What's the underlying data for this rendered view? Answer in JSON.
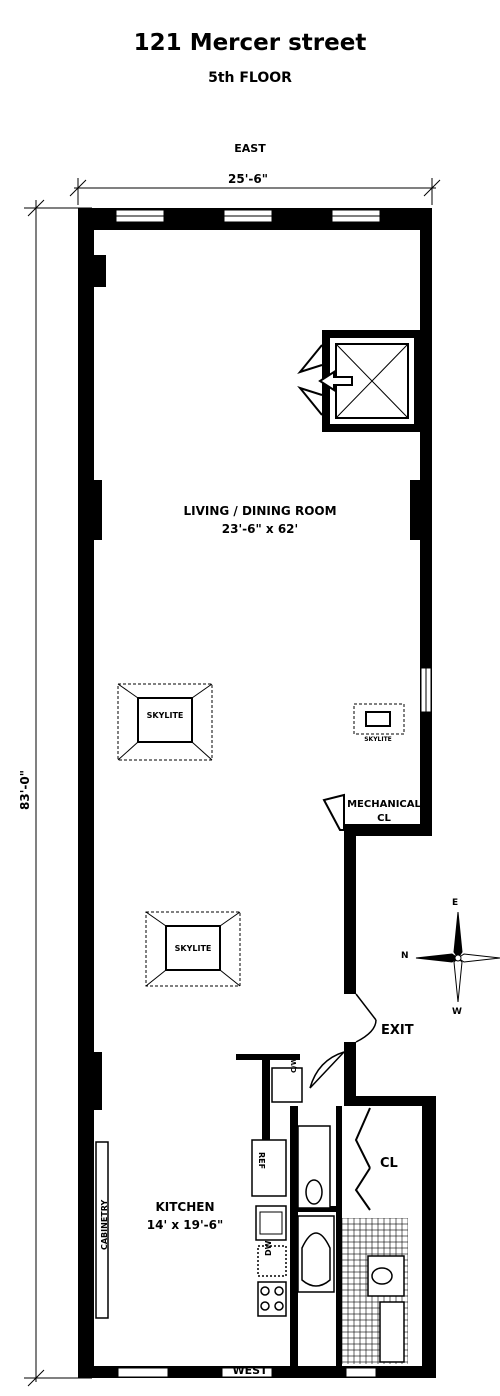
{
  "header": {
    "title": "121 Mercer street",
    "subtitle": "5th FLOOR"
  },
  "orientation": {
    "top": "EAST",
    "bottom": "WEST"
  },
  "dimensions": {
    "width": "25'-6\"",
    "length": "83'-0\""
  },
  "rooms": {
    "living_name": "LIVING /  DINING ROOM",
    "living_size": "23'-6\" x 62'",
    "mechanical_name": "MECHANICAL",
    "mechanical_cl": "CL",
    "exit": "EXIT",
    "closet": "CL",
    "kitchen_name": "KITCHEN",
    "kitchen_size": "14' x 19'-6\"",
    "cabinetry": "CABINETRY"
  },
  "fixtures": {
    "skylite_1": "SKYLITE",
    "skylite_2": "SKYLITE",
    "skylite_3": "SKYLITE",
    "refrigerator": "REF",
    "dishwasher": "DW",
    "washer_dryer": "C/W"
  },
  "compass": {
    "n": "N",
    "e": "E",
    "w": "W"
  }
}
